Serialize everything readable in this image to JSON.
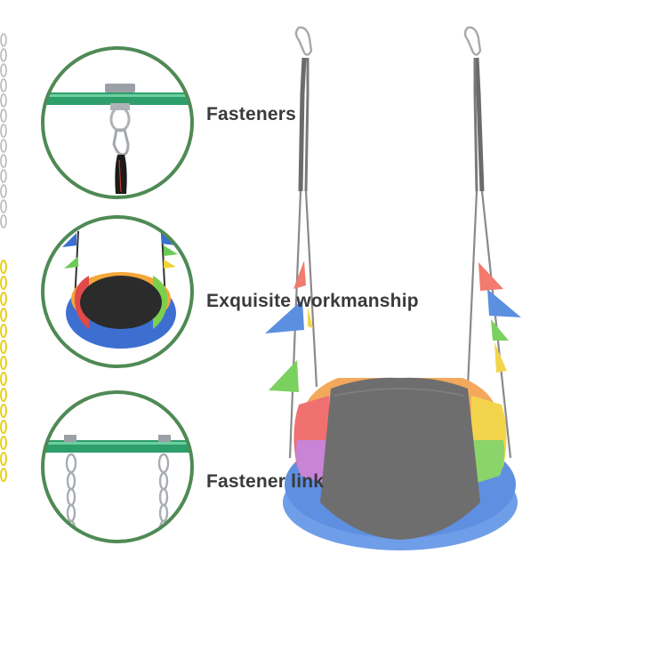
{
  "features": [
    {
      "label": "Fasteners"
    },
    {
      "label": "Exquisite workmanship"
    },
    {
      "label": "Fastener link"
    }
  ],
  "colors": {
    "ring": "#4f8a55",
    "bar": "#2e9e6a",
    "seat_rim": "#3d6fd1",
    "seat_mat": "#3a3a3a",
    "text": "#3a3a3a"
  },
  "icons": [
    "carabiner-icon",
    "chain-icon",
    "pennant-flag-icon",
    "nest-swing-icon"
  ]
}
